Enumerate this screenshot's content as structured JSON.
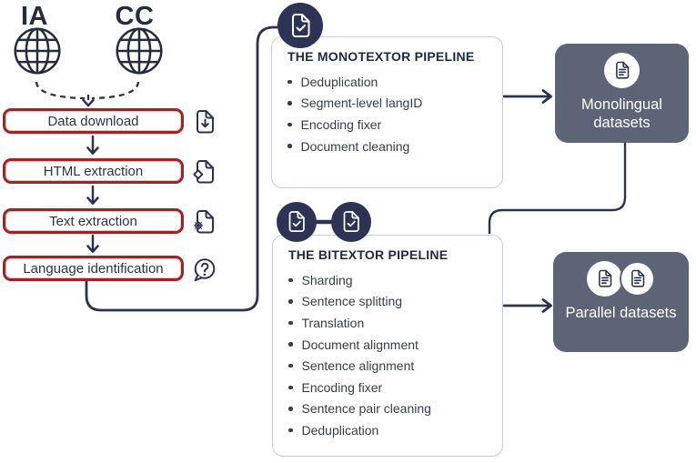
{
  "title": "Web data processing pipeline diagram",
  "colors": {
    "navy": "#2c3350",
    "badge_navy": "#2d3354",
    "slate": "#5d6476",
    "red_border": "#a02424",
    "card_border": "#c9cdd6",
    "bullet_text": "#363c49",
    "white": "#ffffff"
  },
  "sources": {
    "ia_label": "IA",
    "cc_label": "CC",
    "ia_icon": "globe-icon",
    "cc_icon": "globe-icon"
  },
  "flowchart": {
    "steps": [
      {
        "label": "Data download",
        "icon": "file-download-icon"
      },
      {
        "label": "HTML extraction",
        "icon": "file-code-icon"
      },
      {
        "label": "Text extraction",
        "icon": "file-gear-icon"
      },
      {
        "label": "Language identification",
        "icon": "chat-question-icon"
      }
    ]
  },
  "pipelines": {
    "monotextor": {
      "title": "THE MONOTEXTOR PIPELINE",
      "badge_icon": "document-check-icon",
      "items": [
        "Deduplication",
        "Segment-level langID",
        "Encoding fixer",
        "Document cleaning"
      ]
    },
    "bitextor": {
      "title": "THE BITEXTOR PIPELINE",
      "badge_icon": "document-check-icon",
      "items": [
        "Sharding",
        "Sentence splitting",
        "Translation",
        "Document alignment",
        "Sentence alignment",
        "Encoding fixer",
        "Sentence pair cleaning",
        "Deduplication"
      ]
    }
  },
  "outputs": {
    "monolingual": {
      "label": "Monolingual datasets",
      "icon": "document-icon"
    },
    "parallel": {
      "label": "Parallel datasets",
      "icon": "document-icon"
    }
  }
}
